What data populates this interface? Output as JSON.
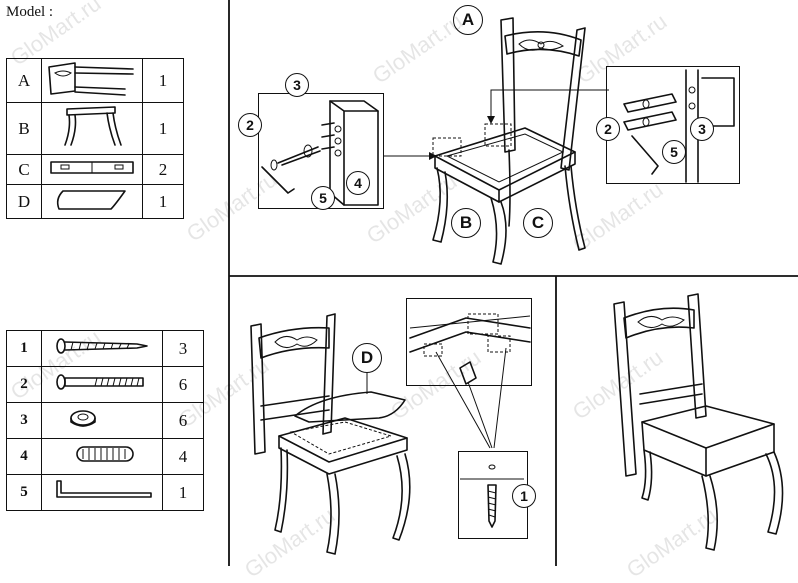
{
  "header": {
    "model_label": "Model :"
  },
  "parts": [
    {
      "label": "A",
      "qty": "1",
      "icon": "chair-back-icon"
    },
    {
      "label": "B",
      "qty": "1",
      "icon": "front-legs-frame-icon"
    },
    {
      "label": "C",
      "qty": "2",
      "icon": "side-rail-icon"
    },
    {
      "label": "D",
      "qty": "1",
      "icon": "seat-cushion-icon"
    }
  ],
  "hardware": [
    {
      "label": "1",
      "qty": "3",
      "icon": "wood-screw-icon"
    },
    {
      "label": "2",
      "qty": "6",
      "icon": "bolt-icon"
    },
    {
      "label": "3",
      "qty": "6",
      "icon": "spring-washer-icon"
    },
    {
      "label": "4",
      "qty": "4",
      "icon": "wooden-dowel-icon"
    },
    {
      "label": "5",
      "qty": "1",
      "icon": "allen-key-icon"
    }
  ],
  "step1": {
    "callouts": {
      "a": "A",
      "b": "B",
      "c": "C"
    },
    "detail_left": {
      "c2": "2",
      "c3": "3",
      "c4": "4",
      "c5": "5"
    },
    "detail_right": {
      "c2": "2",
      "c3": "3",
      "c5": "5"
    }
  },
  "step2": {
    "callout_d": "D",
    "callout_1": "1"
  },
  "watermark": "GloMart.ru"
}
